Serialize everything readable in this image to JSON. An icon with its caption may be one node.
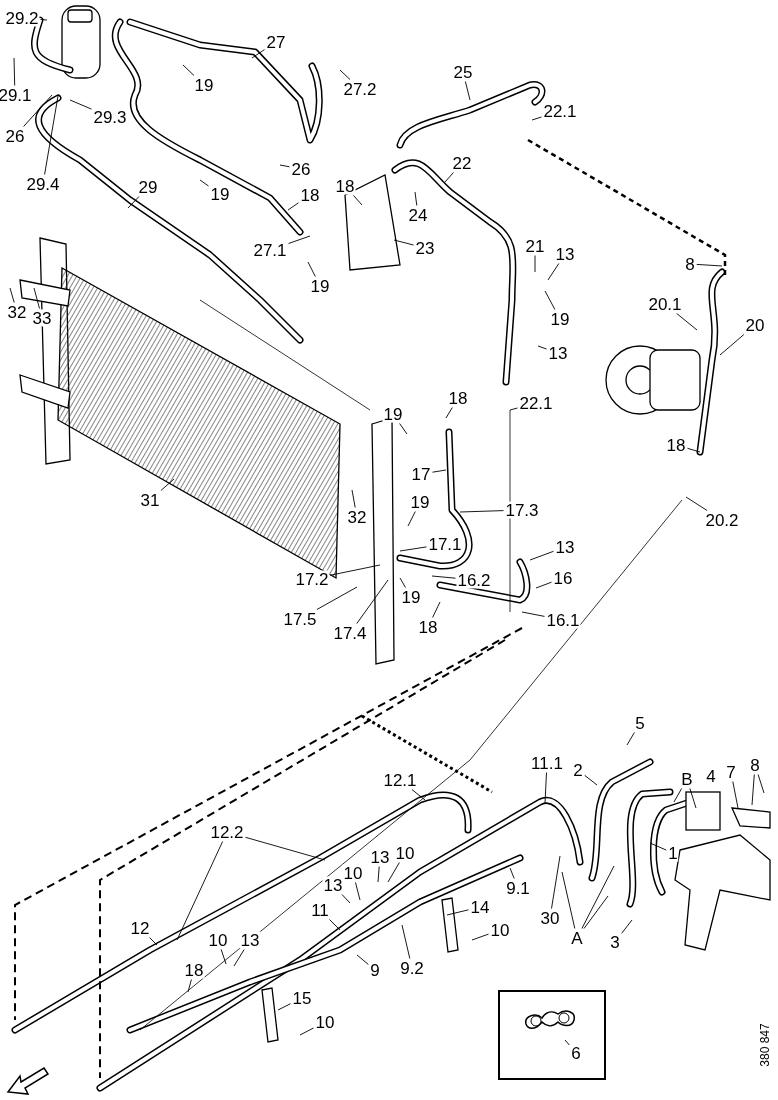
{
  "diagram": {
    "nodes": [
      {
        "text": [
          "29.2"
        ]
      },
      {
        "text": [
          "29.1"
        ]
      },
      {
        "text": [
          "29.3"
        ]
      },
      {
        "text": [
          "26"
        ]
      },
      {
        "text": [
          "29.4"
        ]
      },
      {
        "text": [
          "27"
        ]
      },
      {
        "text": [
          "19"
        ]
      },
      {
        "text": [
          "27.2"
        ]
      },
      {
        "text": [
          "26"
        ]
      },
      {
        "text": [
          "19"
        ]
      },
      {
        "text": [
          "29"
        ]
      },
      {
        "text": [
          "18"
        ]
      },
      {
        "text": [
          "27.1"
        ]
      },
      {
        "text": [
          "19"
        ]
      },
      {
        "text": [
          "18"
        ]
      },
      {
        "text": [
          "25"
        ]
      },
      {
        "text": [
          "22.1"
        ]
      },
      {
        "text": [
          "22"
        ]
      },
      {
        "text": [
          "24"
        ]
      },
      {
        "text": [
          "23"
        ]
      },
      {
        "text": [
          "21"
        ]
      },
      {
        "text": [
          "13"
        ]
      },
      {
        "text": [
          "19"
        ]
      },
      {
        "text": [
          "13"
        ]
      },
      {
        "text": [
          "8"
        ]
      },
      {
        "text": [
          "20.1"
        ]
      },
      {
        "text": [
          "20"
        ]
      },
      {
        "text": [
          "33"
        ]
      },
      {
        "text": [
          "32"
        ]
      },
      {
        "text": [
          "31"
        ]
      },
      {
        "text": [
          "18"
        ]
      },
      {
        "text": [
          "19"
        ]
      },
      {
        "text": [
          "22.1"
        ]
      },
      {
        "text": [
          "17"
        ]
      },
      {
        "text": [
          "32"
        ]
      },
      {
        "text": [
          "19"
        ]
      },
      {
        "text": [
          "17.3"
        ]
      },
      {
        "text": [
          "17.1"
        ]
      },
      {
        "text": [
          "17.2"
        ]
      },
      {
        "text": [
          "16.2"
        ]
      },
      {
        "text": [
          "13"
        ]
      },
      {
        "text": [
          "16"
        ]
      },
      {
        "text": [
          "17.5"
        ]
      },
      {
        "text": [
          "19"
        ]
      },
      {
        "text": [
          "17.4"
        ]
      },
      {
        "text": [
          "18"
        ]
      },
      {
        "text": [
          "16.1"
        ]
      },
      {
        "text": [
          "18"
        ]
      },
      {
        "text": [
          "20.2"
        ]
      },
      {
        "text": [
          "5"
        ]
      },
      {
        "text": [
          "2"
        ]
      },
      {
        "text": [
          "B"
        ]
      },
      {
        "text": [
          "7"
        ]
      },
      {
        "text": [
          "8"
        ]
      },
      {
        "text": [
          "12.1"
        ]
      },
      {
        "text": [
          "11.1"
        ]
      },
      {
        "text": [
          "1"
        ]
      },
      {
        "text": [
          "12.2"
        ]
      },
      {
        "text": [
          "13"
        ]
      },
      {
        "text": [
          "10"
        ]
      },
      {
        "text": [
          "13"
        ]
      },
      {
        "text": [
          "10"
        ]
      },
      {
        "text": [
          "9.1"
        ]
      },
      {
        "text": [
          "30"
        ]
      },
      {
        "text": [
          "A"
        ]
      },
      {
        "text": [
          "3"
        ]
      },
      {
        "text": [
          "12"
        ]
      },
      {
        "text": [
          "11"
        ]
      },
      {
        "text": [
          "14"
        ]
      },
      {
        "text": [
          "9"
        ]
      },
      {
        "text": [
          "9.2"
        ]
      },
      {
        "text": [
          "10"
        ]
      },
      {
        "text": [
          "10"
        ]
      },
      {
        "text": [
          "13"
        ]
      },
      {
        "text": [
          "18"
        ]
      },
      {
        "text": [
          "15"
        ]
      },
      {
        "text": [
          "10"
        ]
      },
      {
        "text": [],
        "shape": "box"
      },
      {
        "text": [
          "6"
        ],
        "in": 77
      }
    ],
    "edges": [
      {
        "from": 0,
        "to": null,
        "arrow": "none"
      },
      {
        "from": 1,
        "to": null,
        "arrow": "none"
      },
      {
        "from": 2,
        "to": null,
        "arrow": "none"
      },
      {
        "from": 3,
        "to": null,
        "arrow": "none"
      },
      {
        "from": 4,
        "to": null,
        "arrow": "none"
      },
      {
        "from": 5,
        "to": null,
        "arrow": "none"
      },
      {
        "from": 6,
        "to": null,
        "arrow": "none"
      },
      {
        "from": 7,
        "to": null,
        "arrow": "none"
      },
      {
        "from": 8,
        "to": null,
        "arrow": "none"
      },
      {
        "from": 9,
        "to": null,
        "arrow": "none"
      },
      {
        "from": 10,
        "to": null,
        "arrow": "none"
      },
      {
        "from": 11,
        "to": null,
        "arrow": "none"
      },
      {
        "from": 12,
        "to": null,
        "arrow": "none"
      },
      {
        "from": 13,
        "to": null,
        "arrow": "none"
      },
      {
        "from": 14,
        "to": null,
        "arrow": "none"
      },
      {
        "from": 15,
        "to": null,
        "arrow": "none"
      },
      {
        "from": 16,
        "to": null,
        "arrow": "none"
      },
      {
        "from": 17,
        "to": null,
        "arrow": "none"
      },
      {
        "from": 18,
        "to": null,
        "arrow": "none"
      },
      {
        "from": 19,
        "to": null,
        "arrow": "none"
      },
      {
        "from": 20,
        "to": null,
        "arrow": "none"
      },
      {
        "from": 21,
        "to": null,
        "arrow": "none"
      },
      {
        "from": 22,
        "to": null,
        "arrow": "none"
      },
      {
        "from": 23,
        "to": null,
        "arrow": "none"
      },
      {
        "from": 24,
        "to": null,
        "arrow": "none"
      },
      {
        "from": 25,
        "to": null,
        "arrow": "none"
      },
      {
        "from": 26,
        "to": null,
        "arrow": "none"
      },
      {
        "from": 27,
        "to": null,
        "arrow": "none"
      },
      {
        "from": 28,
        "to": null,
        "arrow": "none"
      },
      {
        "from": 29,
        "to": null,
        "arrow": "none"
      },
      {
        "from": 30,
        "to": null,
        "arrow": "none"
      },
      {
        "from": 31,
        "to": null,
        "arrow": "none"
      },
      {
        "from": 32,
        "to": null,
        "arrow": "none"
      },
      {
        "from": 33,
        "to": null,
        "arrow": "none"
      },
      {
        "from": 34,
        "to": null,
        "arrow": "none"
      },
      {
        "from": 35,
        "to": null,
        "arrow": "none"
      },
      {
        "from": 36,
        "to": null,
        "arrow": "none"
      },
      {
        "from": 37,
        "to": null,
        "arrow": "none"
      },
      {
        "from": 38,
        "to": null,
        "arrow": "none"
      },
      {
        "from": 39,
        "to": null,
        "arrow": "none"
      },
      {
        "from": 40,
        "to": null,
        "arrow": "none"
      },
      {
        "from": 41,
        "to": null,
        "arrow": "none"
      },
      {
        "from": 42,
        "to": null,
        "arrow": "none"
      },
      {
        "from": 43,
        "to": null,
        "arrow": "none"
      },
      {
        "from": 44,
        "to": null,
        "arrow": "none"
      },
      {
        "from": 45,
        "to": null,
        "arrow": "none"
      },
      {
        "from": 46,
        "to": null,
        "arrow": "none"
      },
      {
        "from": 47,
        "to": null,
        "arrow": "none"
      },
      {
        "from": 48,
        "to": null,
        "arrow": "none"
      },
      {
        "from": 49,
        "to": null,
        "arrow": "none"
      },
      {
        "from": 50,
        "to": null,
        "arrow": "none"
      },
      {
        "from": 51,
        "to": null,
        "arrow": "none"
      },
      {
        "from": 51,
        "to": null,
        "arrow": "none"
      },
      {
        "from": 52,
        "to": null,
        "arrow": "none"
      },
      {
        "from": 53,
        "to": null,
        "arrow": "none"
      },
      {
        "from": 53,
        "to": null,
        "arrow": "none"
      },
      {
        "from": 54,
        "to": null,
        "arrow": "none"
      },
      {
        "from": 55,
        "to": null,
        "arrow": "none"
      },
      {
        "from": 56,
        "to": null,
        "arrow": "none"
      },
      {
        "from": 57,
        "to": null,
        "arrow": "none"
      },
      {
        "from": 57,
        "to": null,
        "arrow": "none"
      },
      {
        "from": 58,
        "to": null,
        "arrow": "none"
      },
      {
        "from": 59,
        "to": null,
        "arrow": "none"
      },
      {
        "from": 60,
        "to": null,
        "arrow": "none"
      },
      {
        "from": 61,
        "to": null,
        "arrow": "none"
      },
      {
        "from": 62,
        "to": null,
        "arrow": "none"
      },
      {
        "from": 63,
        "to": null,
        "arrow": "none"
      },
      {
        "from": 64,
        "to": null,
        "arrow": "none"
      },
      {
        "from": 64,
        "to": null,
        "arrow": "none"
      },
      {
        "from": 64,
        "to": null,
        "arrow": "none"
      },
      {
        "from": 65,
        "to": null,
        "arrow": "none"
      },
      {
        "from": 66,
        "to": null,
        "arrow": "none"
      },
      {
        "from": 67,
        "to": null,
        "arrow": "none"
      },
      {
        "from": 68,
        "to": null,
        "arrow": "none"
      },
      {
        "from": 69,
        "to": null,
        "arrow": "none"
      },
      {
        "from": 70,
        "to": null,
        "arrow": "none"
      },
      {
        "from": 71,
        "to": null,
        "arrow": "none"
      },
      {
        "from": 72,
        "to": null,
        "arrow": "none"
      },
      {
        "from": 73,
        "to": null,
        "arrow": "none"
      },
      {
        "from": 74,
        "to": null,
        "arrow": "none"
      },
      {
        "from": 75,
        "to": null,
        "arrow": "none"
      },
      {
        "from": 76,
        "to": null,
        "arrow": "none"
      },
      {
        "from": 78,
        "to": null,
        "arrow": "none"
      }
    ],
    "labels": [
      "4",
      "380 847"
    ]
  }
}
